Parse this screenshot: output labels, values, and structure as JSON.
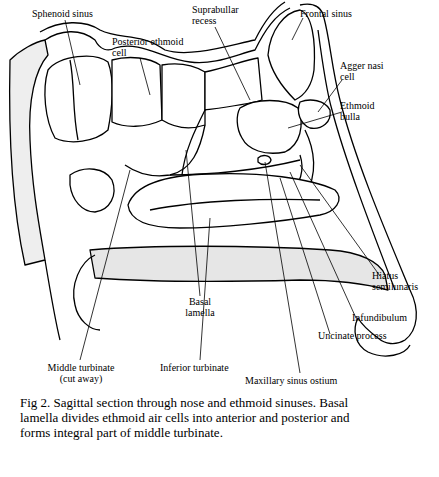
{
  "diagram": {
    "caption": "Fig 2. Sagittal section through nose and ethmoid sinuses. Basal lamella divides ethmoid air cells into anterior and posterior and forms integral part of middle turbinate.",
    "labels": [
      "Sphenoid sinus",
      "Suprabullar recess",
      "Frontal sinus",
      "Posterior ethmoid cell",
      "Agger nasi cell",
      "Ethmoid bulla",
      "Hiatus semilunaris",
      "Infundibulum",
      "Uncinate process",
      "Basal lamella",
      "Middle turbinate (cut away)",
      "Inferior turbinate",
      "Maxillary sinus ostium"
    ]
  }
}
